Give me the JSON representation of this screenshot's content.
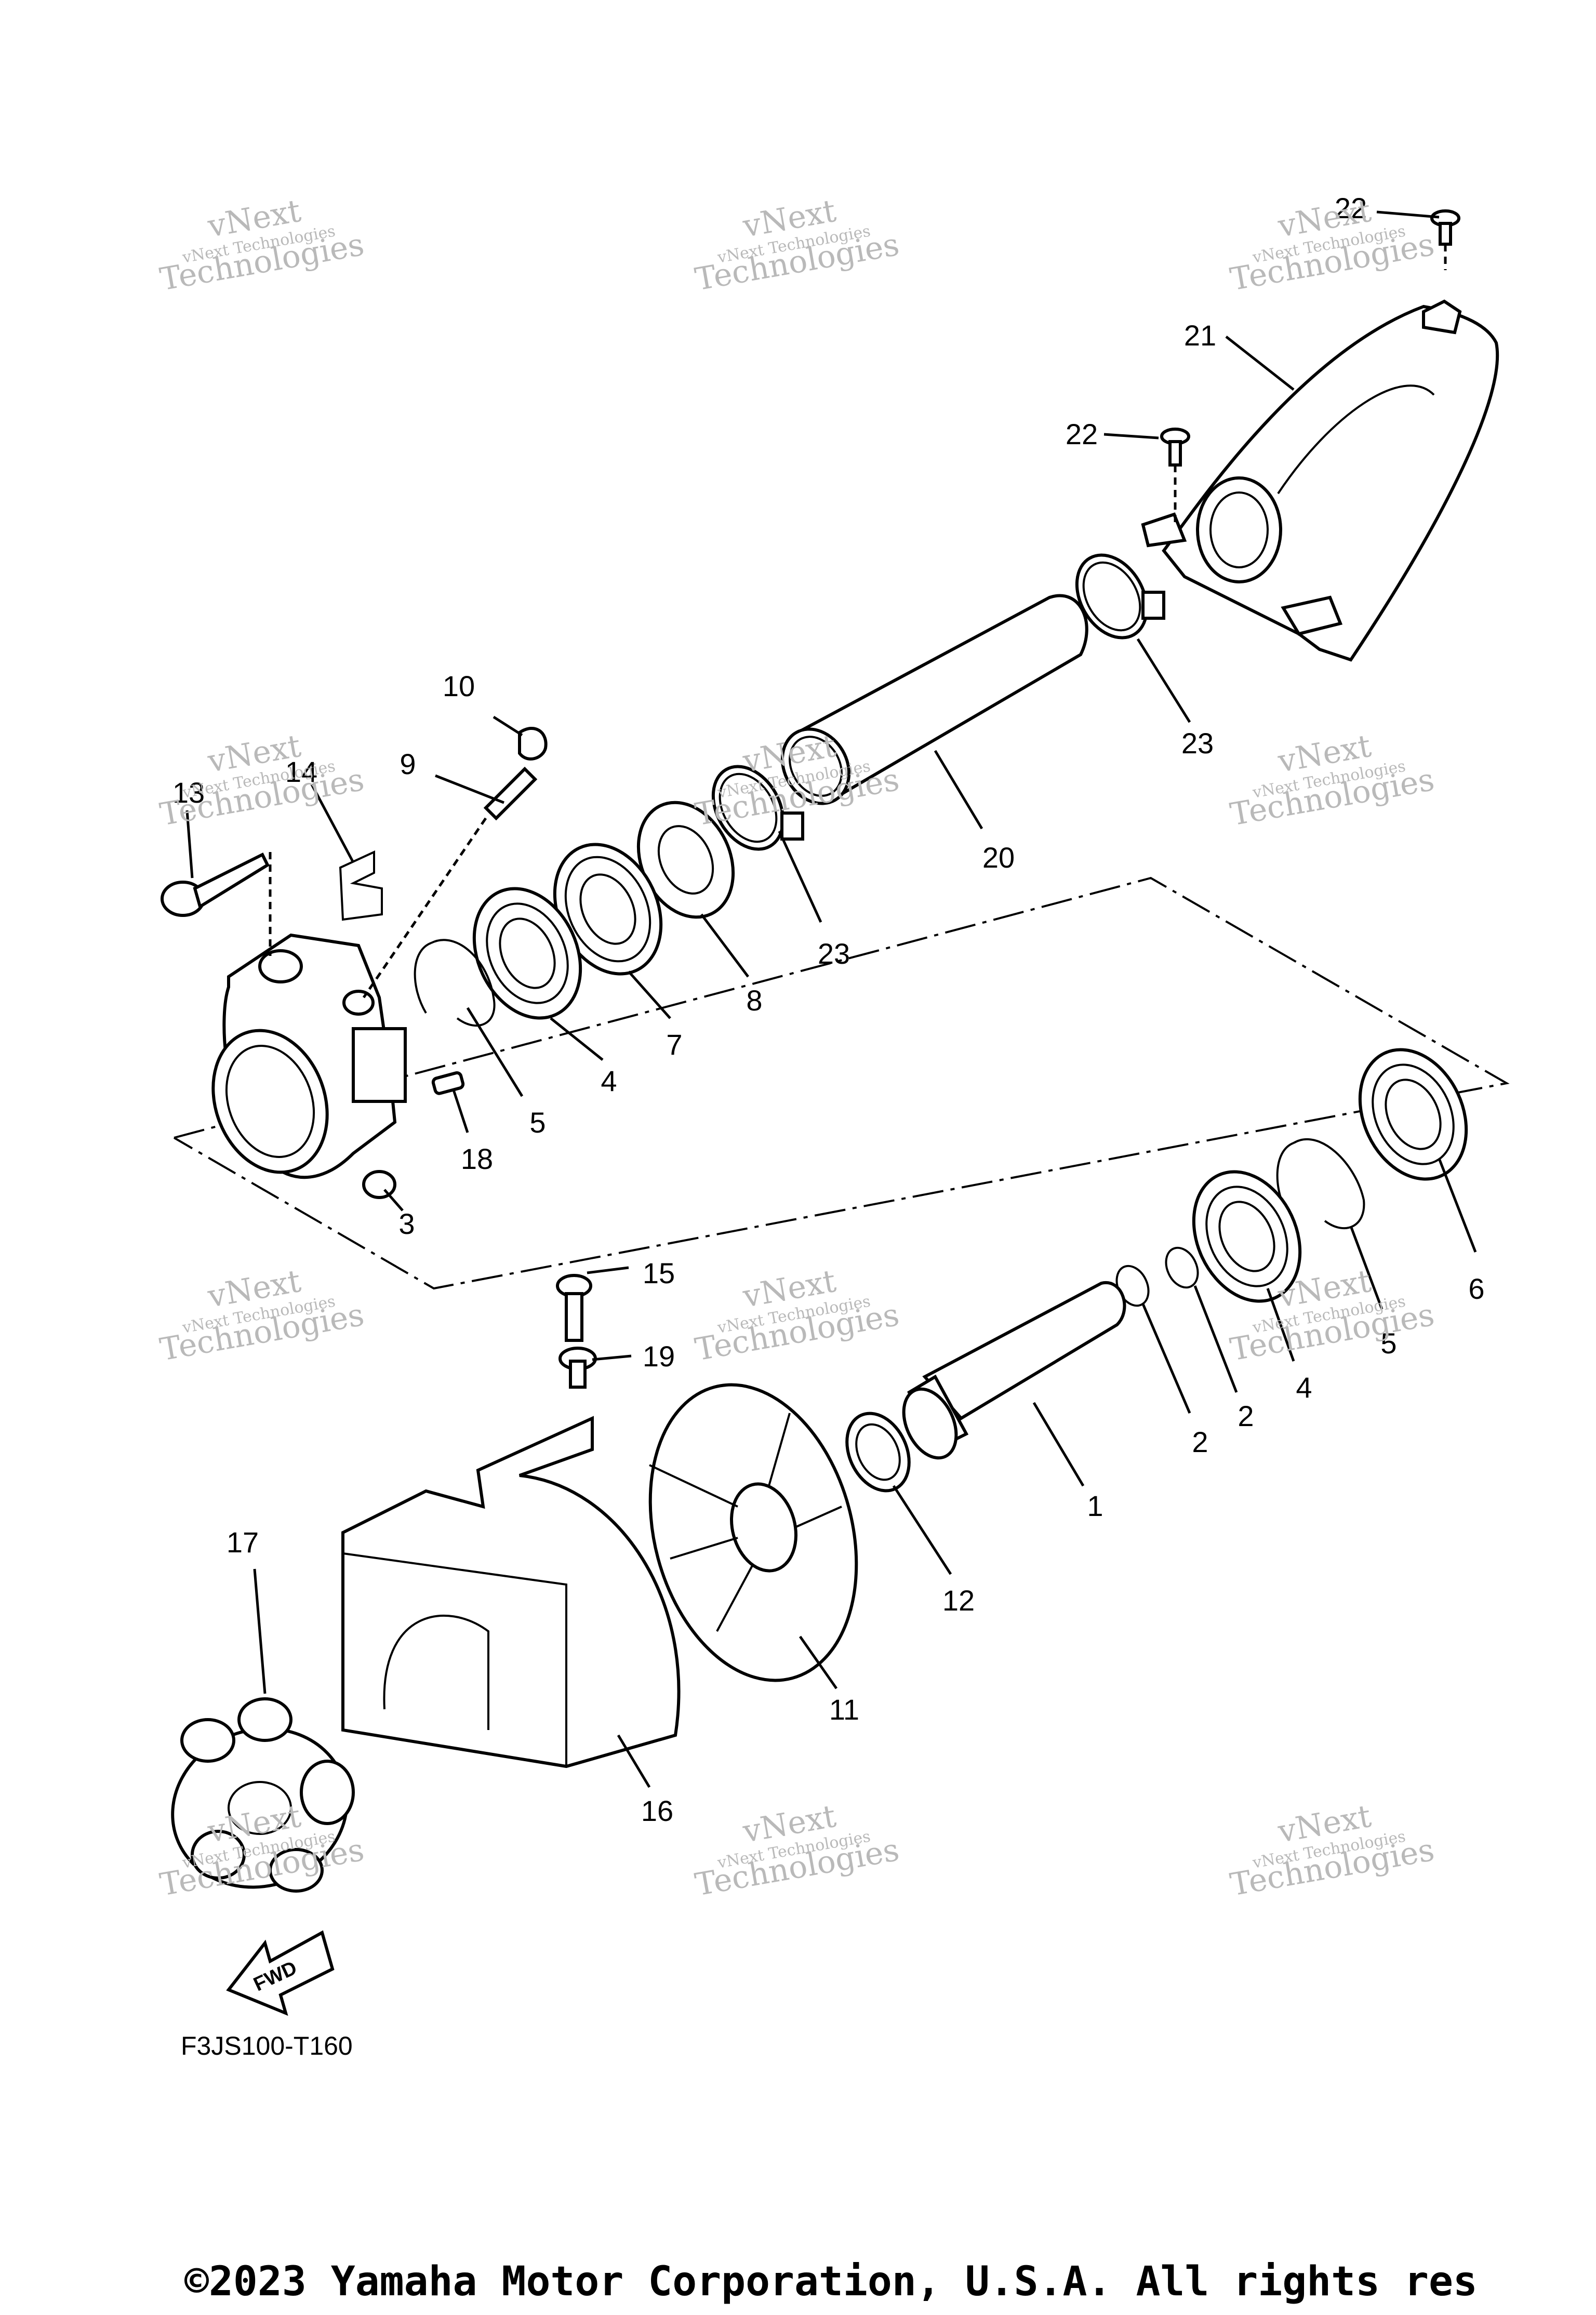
{
  "diagram": {
    "callouts": [
      {
        "id": "c1",
        "text": "1"
      },
      {
        "id": "c2a",
        "text": "2"
      },
      {
        "id": "c2b",
        "text": "2"
      },
      {
        "id": "c3",
        "text": "3"
      },
      {
        "id": "c4a",
        "text": "4"
      },
      {
        "id": "c4b",
        "text": "4"
      },
      {
        "id": "c5a",
        "text": "5"
      },
      {
        "id": "c5b",
        "text": "5"
      },
      {
        "id": "c6",
        "text": "6"
      },
      {
        "id": "c7",
        "text": "7"
      },
      {
        "id": "c8",
        "text": "8"
      },
      {
        "id": "c9",
        "text": "9"
      },
      {
        "id": "c10",
        "text": "10"
      },
      {
        "id": "c11",
        "text": "11"
      },
      {
        "id": "c12",
        "text": "12"
      },
      {
        "id": "c13",
        "text": "13"
      },
      {
        "id": "c14",
        "text": "14"
      },
      {
        "id": "c15",
        "text": "15"
      },
      {
        "id": "c16",
        "text": "16"
      },
      {
        "id": "c17",
        "text": "17"
      },
      {
        "id": "c18",
        "text": "18"
      },
      {
        "id": "c19",
        "text": "19"
      },
      {
        "id": "c20",
        "text": "20"
      },
      {
        "id": "c21",
        "text": "21"
      },
      {
        "id": "c22a",
        "text": "22"
      },
      {
        "id": "c22b",
        "text": "22"
      },
      {
        "id": "c23a",
        "text": "23"
      },
      {
        "id": "c23b",
        "text": "23"
      }
    ],
    "fwd_arrow_label": "FWD",
    "drawing_code": "F3JS100-T160"
  },
  "watermark": {
    "line1": "vNext",
    "line2": "vNext Technologies",
    "line3": "Technologies"
  },
  "footer": {
    "copyright": "©2023 Yamaha Motor Corporation, U.S.A. All rights res"
  }
}
